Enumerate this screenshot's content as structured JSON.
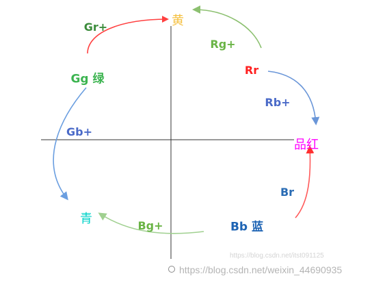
{
  "diagram": {
    "nodes": {
      "yellow": {
        "text": "黄",
        "color": "#f5c040"
      },
      "magenta": {
        "text": "品红",
        "color": "#ff00ff"
      },
      "cyan": {
        "text": "青",
        "color": "#00d2c8"
      },
      "green": {
        "text": "Gg 绿",
        "color": "#3cb450"
      },
      "red": {
        "text": "Rr",
        "color": "#ff2020"
      },
      "blue": {
        "text": "Bb 蓝",
        "color": "#1e64b4"
      }
    },
    "transitions": {
      "gr_plus": {
        "text": "Gr+",
        "color": "#3c8c3c"
      },
      "rg_plus": {
        "text": "Rg+",
        "color": "#6ab446"
      },
      "rb_plus": {
        "text": "Rb+",
        "color": "#4a6ac8"
      },
      "gb_plus": {
        "text": "Gb+",
        "color": "#4a6ac8"
      },
      "br": {
        "text": "Br",
        "color": "#2a6cb4"
      },
      "bg_plus": {
        "text": "Bg+",
        "color": "#6ab446"
      }
    },
    "arrow_colors": {
      "green_to_yellow": "#ff4040",
      "red_to_yellow": "#8cc070",
      "red_to_magenta": "#6a96d8",
      "green_to_cyan": "#6a9ee0",
      "blue_to_magenta": "#ff5a5a",
      "blue_to_cyan": "#a0d090"
    }
  },
  "watermark": {
    "faint": "https://blog.csdn.net/itst091125",
    "main": "https://blog.csdn.net/weixin_44690935"
  }
}
